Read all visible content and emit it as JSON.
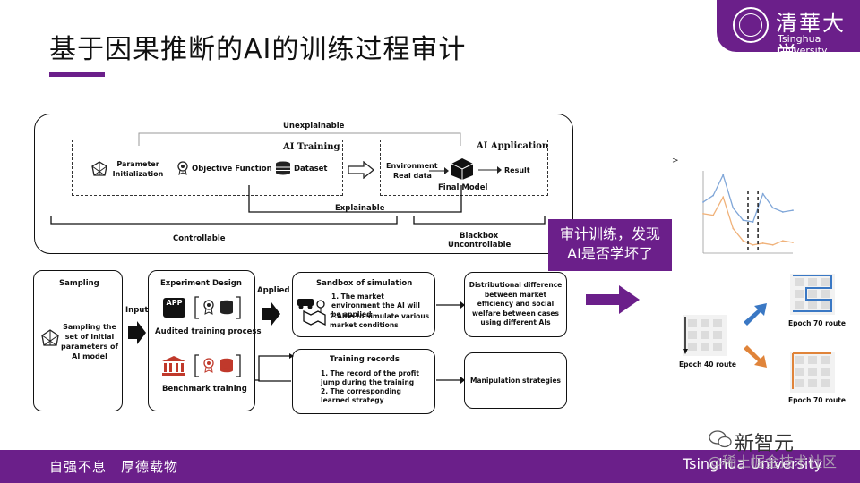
{
  "header": {
    "title": "基于因果推断的AI的训练过程审计",
    "logo_cn": "清華大学",
    "logo_en": "Tsinghua University"
  },
  "top_diagram": {
    "unexplainable": "Unexplainable",
    "ai_training_title": "AI Training",
    "parameter_init": "Parameter Initialization",
    "objective_function": "Objective Function",
    "dataset": "Dataset",
    "ai_application_title": "AI Application",
    "environment": "Environment",
    "real_data": "Real data",
    "final_model": "Final Model",
    "result": "Result",
    "explainable": "Explainable",
    "controllable": "Controllable",
    "blackbox": "Blackbox",
    "uncontrollable": "Uncontrollable"
  },
  "bottom_diagram": {
    "sampling_title": "Sampling",
    "sampling_desc": "Sampling the set of initial parameters of AI model",
    "input_label": "Input",
    "experiment_title": "Experiment Design",
    "app_badge": "APP",
    "audited_training": "Audited training process",
    "benchmark_training": "Benchmark training",
    "applied_label": "Applied",
    "sandbox_title": "Sandbox of simulation",
    "sandbox_item1": "1. The market environment the AI will be applied",
    "sandbox_item2": "2.Able to simulate various market conditions",
    "records_title": "Training records",
    "records_item1": "1. The record of the profit jump during the training",
    "records_item2": "2. The corresponding learned strategy",
    "distribution_text": "Distributional difference between market efficiency and social welfare between cases using different AIs",
    "manipulation_text": "Manipulation strategies"
  },
  "callout": {
    "line1": "审计训练，发现",
    "line2": "AI是否学坏了"
  },
  "right_panel": {
    "epoch40": "Epoch 40 route",
    "epoch70_top": "Epoch 70 route",
    "epoch70_bottom": "Epoch 70 route",
    "marker": ">"
  },
  "footer": {
    "motto": "自强不息　厚德载物",
    "university": "Tsinghua University",
    "wechat_name": "新智元",
    "watermark": "@稀土掘金技术社区"
  },
  "colors": {
    "brand_purple": "#6b1f8a",
    "arrow_blue": "#3a78c4",
    "arrow_orange": "#e0843a",
    "chart_blue": "#7fa6d8",
    "chart_orange": "#f0b27a"
  },
  "chart_data": {
    "type": "line",
    "x": [
      0,
      10,
      20,
      30,
      40,
      50,
      60,
      70,
      80,
      90
    ],
    "series": [
      {
        "values": [
          0.62,
          0.7,
          0.95,
          0.55,
          0.4,
          0.38,
          0.72,
          0.55,
          0.5,
          0.52
        ]
      },
      {
        "values": [
          0.48,
          0.46,
          0.68,
          0.3,
          0.15,
          0.1,
          0.12,
          0.1,
          0.15,
          0.13
        ]
      }
    ],
    "vlines": [
      45,
      55
    ],
    "ylim": [
      0,
      1
    ],
    "xlim": [
      0,
      90
    ]
  }
}
